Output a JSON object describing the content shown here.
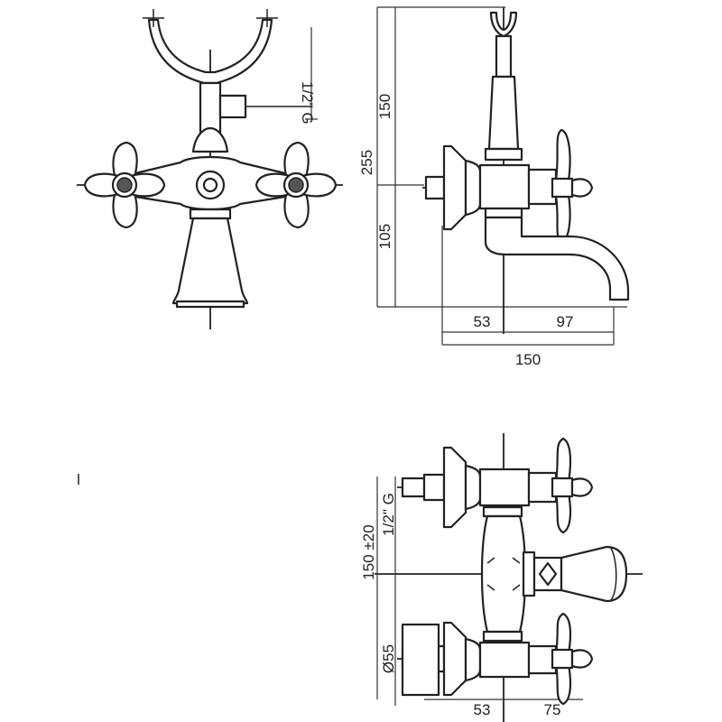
{
  "drawing": {
    "title": "",
    "front_view": {
      "thread_label": "1/2\" G"
    },
    "side_view": {
      "total_height": "255",
      "upper_height": "150",
      "lower_height": "105",
      "wall_offset": "53",
      "spout_reach": "97",
      "total_depth": "150"
    },
    "top_view": {
      "thread_label": "1/2\" G",
      "centers": "150 ±20",
      "rosette_diameter": "Ø55",
      "wall_offset": "53",
      "spout_reach": "75"
    }
  }
}
